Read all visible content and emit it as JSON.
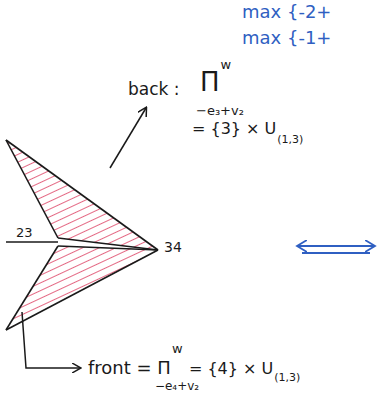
{
  "diagram": {
    "labels": [
      "max {-2+",
      "max {-1+",
      "back :",
      "Π",
      "w",
      "−e₃+v₂",
      "= {3} × U",
      "(1,3)",
      "23",
      "34",
      "front = Π",
      "w",
      "−e₄+v₂",
      "= {4} × U",
      "(1,3)"
    ]
  }
}
